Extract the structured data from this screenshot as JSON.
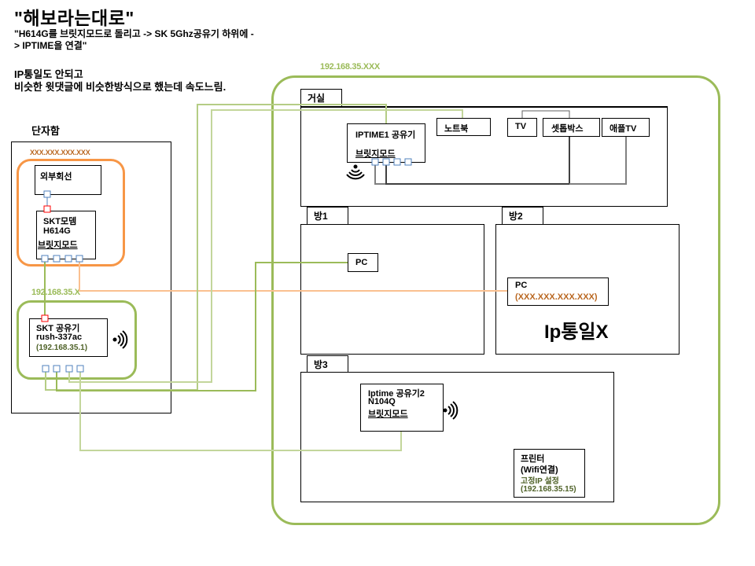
{
  "header": {
    "title": "\"해보라는대로\"",
    "subtitle_lines": [
      "\"H614G를 브릿지모드로 돌리고 -> SK 5Ghz공유기 하위에 -",
      "> IPTIME을 연결\""
    ],
    "notes": [
      "IP통일도 안되고",
      "비슷한 윗댓글에 비슷한방식으로 했는데 속도느림."
    ]
  },
  "cabinet": {
    "label": "단자함",
    "public_ip": "XXX.XXX.XXX.XXX",
    "external_line": "외부회선",
    "modem": {
      "lines": [
        "SKT모뎀",
        "H614G",
        "브릿지모드"
      ]
    },
    "subnet_label": "192.168.35.X",
    "router": {
      "lines": [
        "SKT 공유기",
        "rush-337ac",
        "(192.168.35.1)"
      ]
    }
  },
  "house": {
    "subnet_label": "192.168.35.XXX",
    "living_room": {
      "tab": "거실",
      "iptime1": {
        "lines": [
          "IPTIME1 공유기",
          "브릿지모드"
        ]
      },
      "devices": [
        "노트북",
        "TV",
        "셋톱박스",
        "애플TV"
      ]
    },
    "room1": {
      "tab": "방1",
      "pc": "PC"
    },
    "room2": {
      "tab": "방2",
      "pc": "PC",
      "pc_ip": "(XXX.XXX.XXX.XXX)",
      "note": "Ip통일X"
    },
    "room3": {
      "tab": "방3",
      "iptime2": {
        "lines": [
          "Iptime 공유기2",
          "N104Q",
          "브릿지모드"
        ]
      },
      "printer": {
        "lines": [
          "프린터",
          "(Wifi연결)",
          "고정IP 설정",
          "(192.168.35.15)"
        ]
      }
    }
  },
  "colors": {
    "green_zone": "#9bbb59",
    "orange_zone": "#f79646",
    "port_blue": "#4f81bd",
    "port_red": "#ff0000",
    "light_green_line": "#c3d69b",
    "orange_line": "#fac090"
  }
}
